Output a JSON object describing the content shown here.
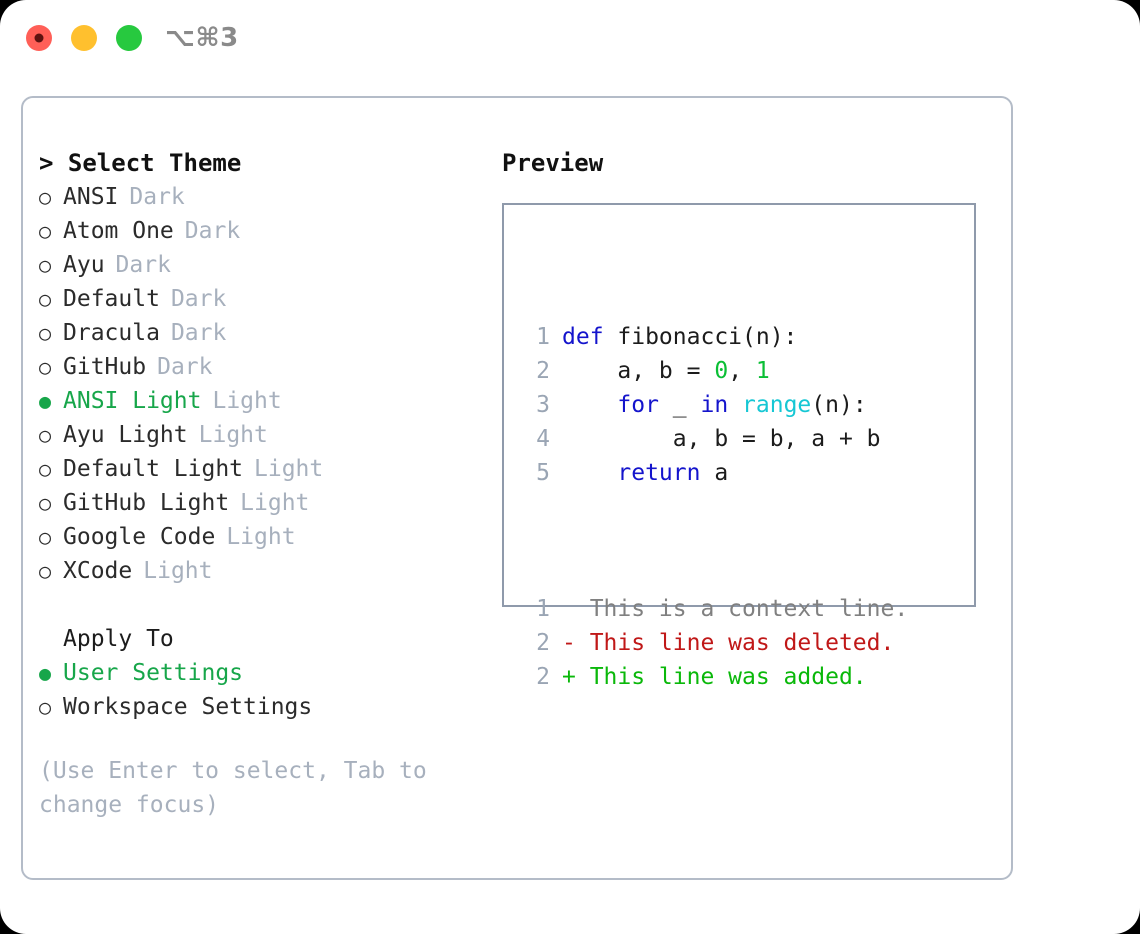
{
  "titlebar": {
    "shortcut": "⌥⌘3",
    "dots": [
      {
        "name": "close",
        "color": "#ff5f57"
      },
      {
        "name": "minimize",
        "color": "#ffc02e"
      },
      {
        "name": "maximize",
        "color": "#27c93f"
      }
    ]
  },
  "theme_picker": {
    "heading": "> Select Theme",
    "items": [
      {
        "bullet": "○",
        "name": "ANSI",
        "variant": "Dark",
        "selected": false
      },
      {
        "bullet": "○",
        "name": "Atom One",
        "variant": "Dark",
        "selected": false
      },
      {
        "bullet": "○",
        "name": "Ayu",
        "variant": "Dark",
        "selected": false
      },
      {
        "bullet": "○",
        "name": "Default",
        "variant": "Dark",
        "selected": false
      },
      {
        "bullet": "○",
        "name": "Dracula",
        "variant": "Dark",
        "selected": false
      },
      {
        "bullet": "○",
        "name": "GitHub",
        "variant": "Dark",
        "selected": false
      },
      {
        "bullet": "●",
        "name": "ANSI Light",
        "variant": "Light",
        "selected": true
      },
      {
        "bullet": "○",
        "name": "Ayu Light",
        "variant": "Light",
        "selected": false
      },
      {
        "bullet": "○",
        "name": "Default Light",
        "variant": "Light",
        "selected": false
      },
      {
        "bullet": "○",
        "name": "GitHub Light",
        "variant": "Light",
        "selected": false
      },
      {
        "bullet": "○",
        "name": "Google Code",
        "variant": "Light",
        "selected": false
      },
      {
        "bullet": "○",
        "name": "XCode",
        "variant": "Light",
        "selected": false
      }
    ]
  },
  "apply_to": {
    "heading": "Apply To",
    "items": [
      {
        "bullet": "●",
        "name": "User Settings",
        "selected": true
      },
      {
        "bullet": "○",
        "name": "Workspace Settings",
        "selected": false
      }
    ]
  },
  "hint": "(Use Enter to select, Tab to change focus)",
  "preview": {
    "title": "Preview",
    "code_lines": [
      {
        "ln": "1",
        "tokens": [
          {
            "t": "def ",
            "c": "kw"
          },
          {
            "t": "fibonacci(n):",
            "c": "plain"
          }
        ]
      },
      {
        "ln": "2",
        "tokens": [
          {
            "t": "    a, b = ",
            "c": "plain"
          },
          {
            "t": "0",
            "c": "num"
          },
          {
            "t": ", ",
            "c": "plain"
          },
          {
            "t": "1",
            "c": "num"
          }
        ]
      },
      {
        "ln": "3",
        "tokens": [
          {
            "t": "    ",
            "c": "plain"
          },
          {
            "t": "for",
            "c": "kw"
          },
          {
            "t": " _ ",
            "c": "plain"
          },
          {
            "t": "in",
            "c": "kw"
          },
          {
            "t": " ",
            "c": "plain"
          },
          {
            "t": "range",
            "c": "fn"
          },
          {
            "t": "(n):",
            "c": "plain"
          }
        ]
      },
      {
        "ln": "4",
        "tokens": [
          {
            "t": "        a, b = b, a + b",
            "c": "plain"
          }
        ]
      },
      {
        "ln": "5",
        "tokens": [
          {
            "t": "    ",
            "c": "plain"
          },
          {
            "t": "return",
            "c": "kw"
          },
          {
            "t": " a",
            "c": "plain"
          }
        ]
      }
    ],
    "diff_lines": [
      {
        "ln": "1",
        "tokens": [
          {
            "t": "  This is a context line.",
            "c": "ctx"
          }
        ]
      },
      {
        "ln": "2",
        "tokens": [
          {
            "t": "- This line was deleted.",
            "c": "del"
          }
        ]
      },
      {
        "ln": "2",
        "tokens": [
          {
            "t": "+ This line was added.",
            "c": "add"
          }
        ]
      }
    ]
  },
  "colors": {
    "accent_green": "#17a64a",
    "keyword_blue": "#1414cc",
    "function_cyan": "#16c7d4",
    "number_green": "#0bbf35",
    "diff_added": "#0ab80a",
    "diff_deleted": "#c01818",
    "muted": "#a7b0bd",
    "border": "#b4bcc8",
    "preview_border": "#8f9aab"
  }
}
